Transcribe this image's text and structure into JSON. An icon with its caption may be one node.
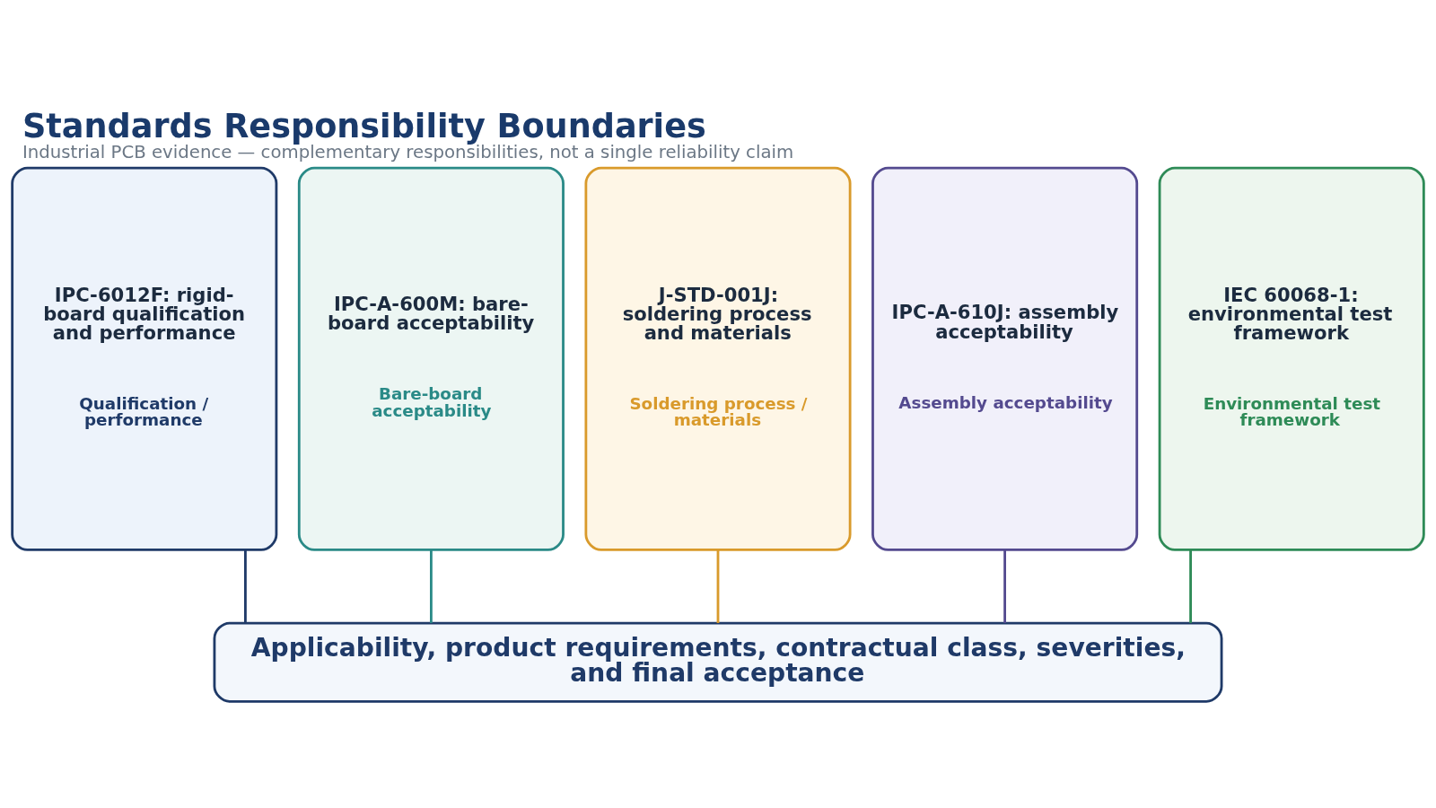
{
  "diagram": {
    "title": "Standards Responsibility Boundaries",
    "caption": "Industrial PCB evidence — complementary responsibilities, not a single reliability claim",
    "nodes": [
      {
        "text": [
          "IPC-6012F: rigid-board qualification and performance",
          "Qualification / performance"
        ]
      },
      {
        "text": [
          "IPC-A-600M: bare-board acceptability",
          "Bare-board acceptability"
        ]
      },
      {
        "text": [
          "J-STD-001J: soldering process and materials",
          "Soldering process / materials"
        ]
      },
      {
        "text": [
          "IPC-A-610J: assembly acceptability",
          "Assembly acceptability"
        ]
      },
      {
        "text": [
          "IEC 60068-1: environmental test framework",
          "Environmental test framework"
        ]
      },
      {
        "text": [
          "Applicability, product requirements, contractual class, severities, and final acceptance"
        ]
      }
    ],
    "edges": [
      {
        "from": 0,
        "to": 5,
        "arrow": "none",
        "color": "#1f3a68"
      },
      {
        "from": 1,
        "to": 5,
        "arrow": "none",
        "color": "#2a8a87"
      },
      {
        "from": 2,
        "to": 5,
        "arrow": "none",
        "color": "#d99a2b"
      },
      {
        "from": 3,
        "to": 5,
        "arrow": "none",
        "color": "#544a8f"
      },
      {
        "from": 4,
        "to": 5,
        "arrow": "none",
        "color": "#2e8b57"
      }
    ]
  }
}
